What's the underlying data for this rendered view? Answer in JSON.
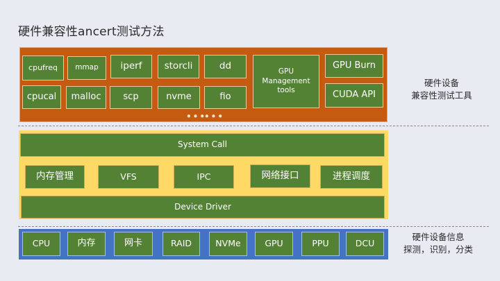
{
  "title": "硬件兼容性ancert测试方法",
  "colors": {
    "background": "#e9ebf3",
    "tools_panel": "#c55a11",
    "kernel_panel": "#ffd966",
    "hardware_panel": "#4472c4",
    "box_fill": "#548235",
    "box_text": "#ffffff"
  },
  "tools_layer": {
    "label_line1": "硬件设备",
    "label_line2": "兼容性测试工具",
    "row1": [
      "cpufreq",
      "mmap",
      "iperf",
      "storcli",
      "dd"
    ],
    "row2": [
      "cpucal",
      "malloc",
      "scp",
      "nvme",
      "fio"
    ],
    "gpu_management": [
      "GPU",
      "Management",
      "tools"
    ],
    "gpu_burn": "GPU Burn",
    "cuda_api": "CUDA API",
    "ellipsis_1": "•••",
    "ellipsis_2": "•••"
  },
  "kernel_layer": {
    "system_call": "System Call",
    "modules": [
      "内存管理",
      "VFS",
      "IPC",
      "网络接口",
      "进程调度"
    ],
    "device_driver": "Device Driver"
  },
  "hardware_layer": {
    "label_line1": "硬件设备信息",
    "label_line2": "探测，识别，分类",
    "devices": [
      "CPU",
      "内存",
      "网卡",
      "RAID",
      "NVMe",
      "GPU",
      "PPU",
      "DCU"
    ]
  }
}
